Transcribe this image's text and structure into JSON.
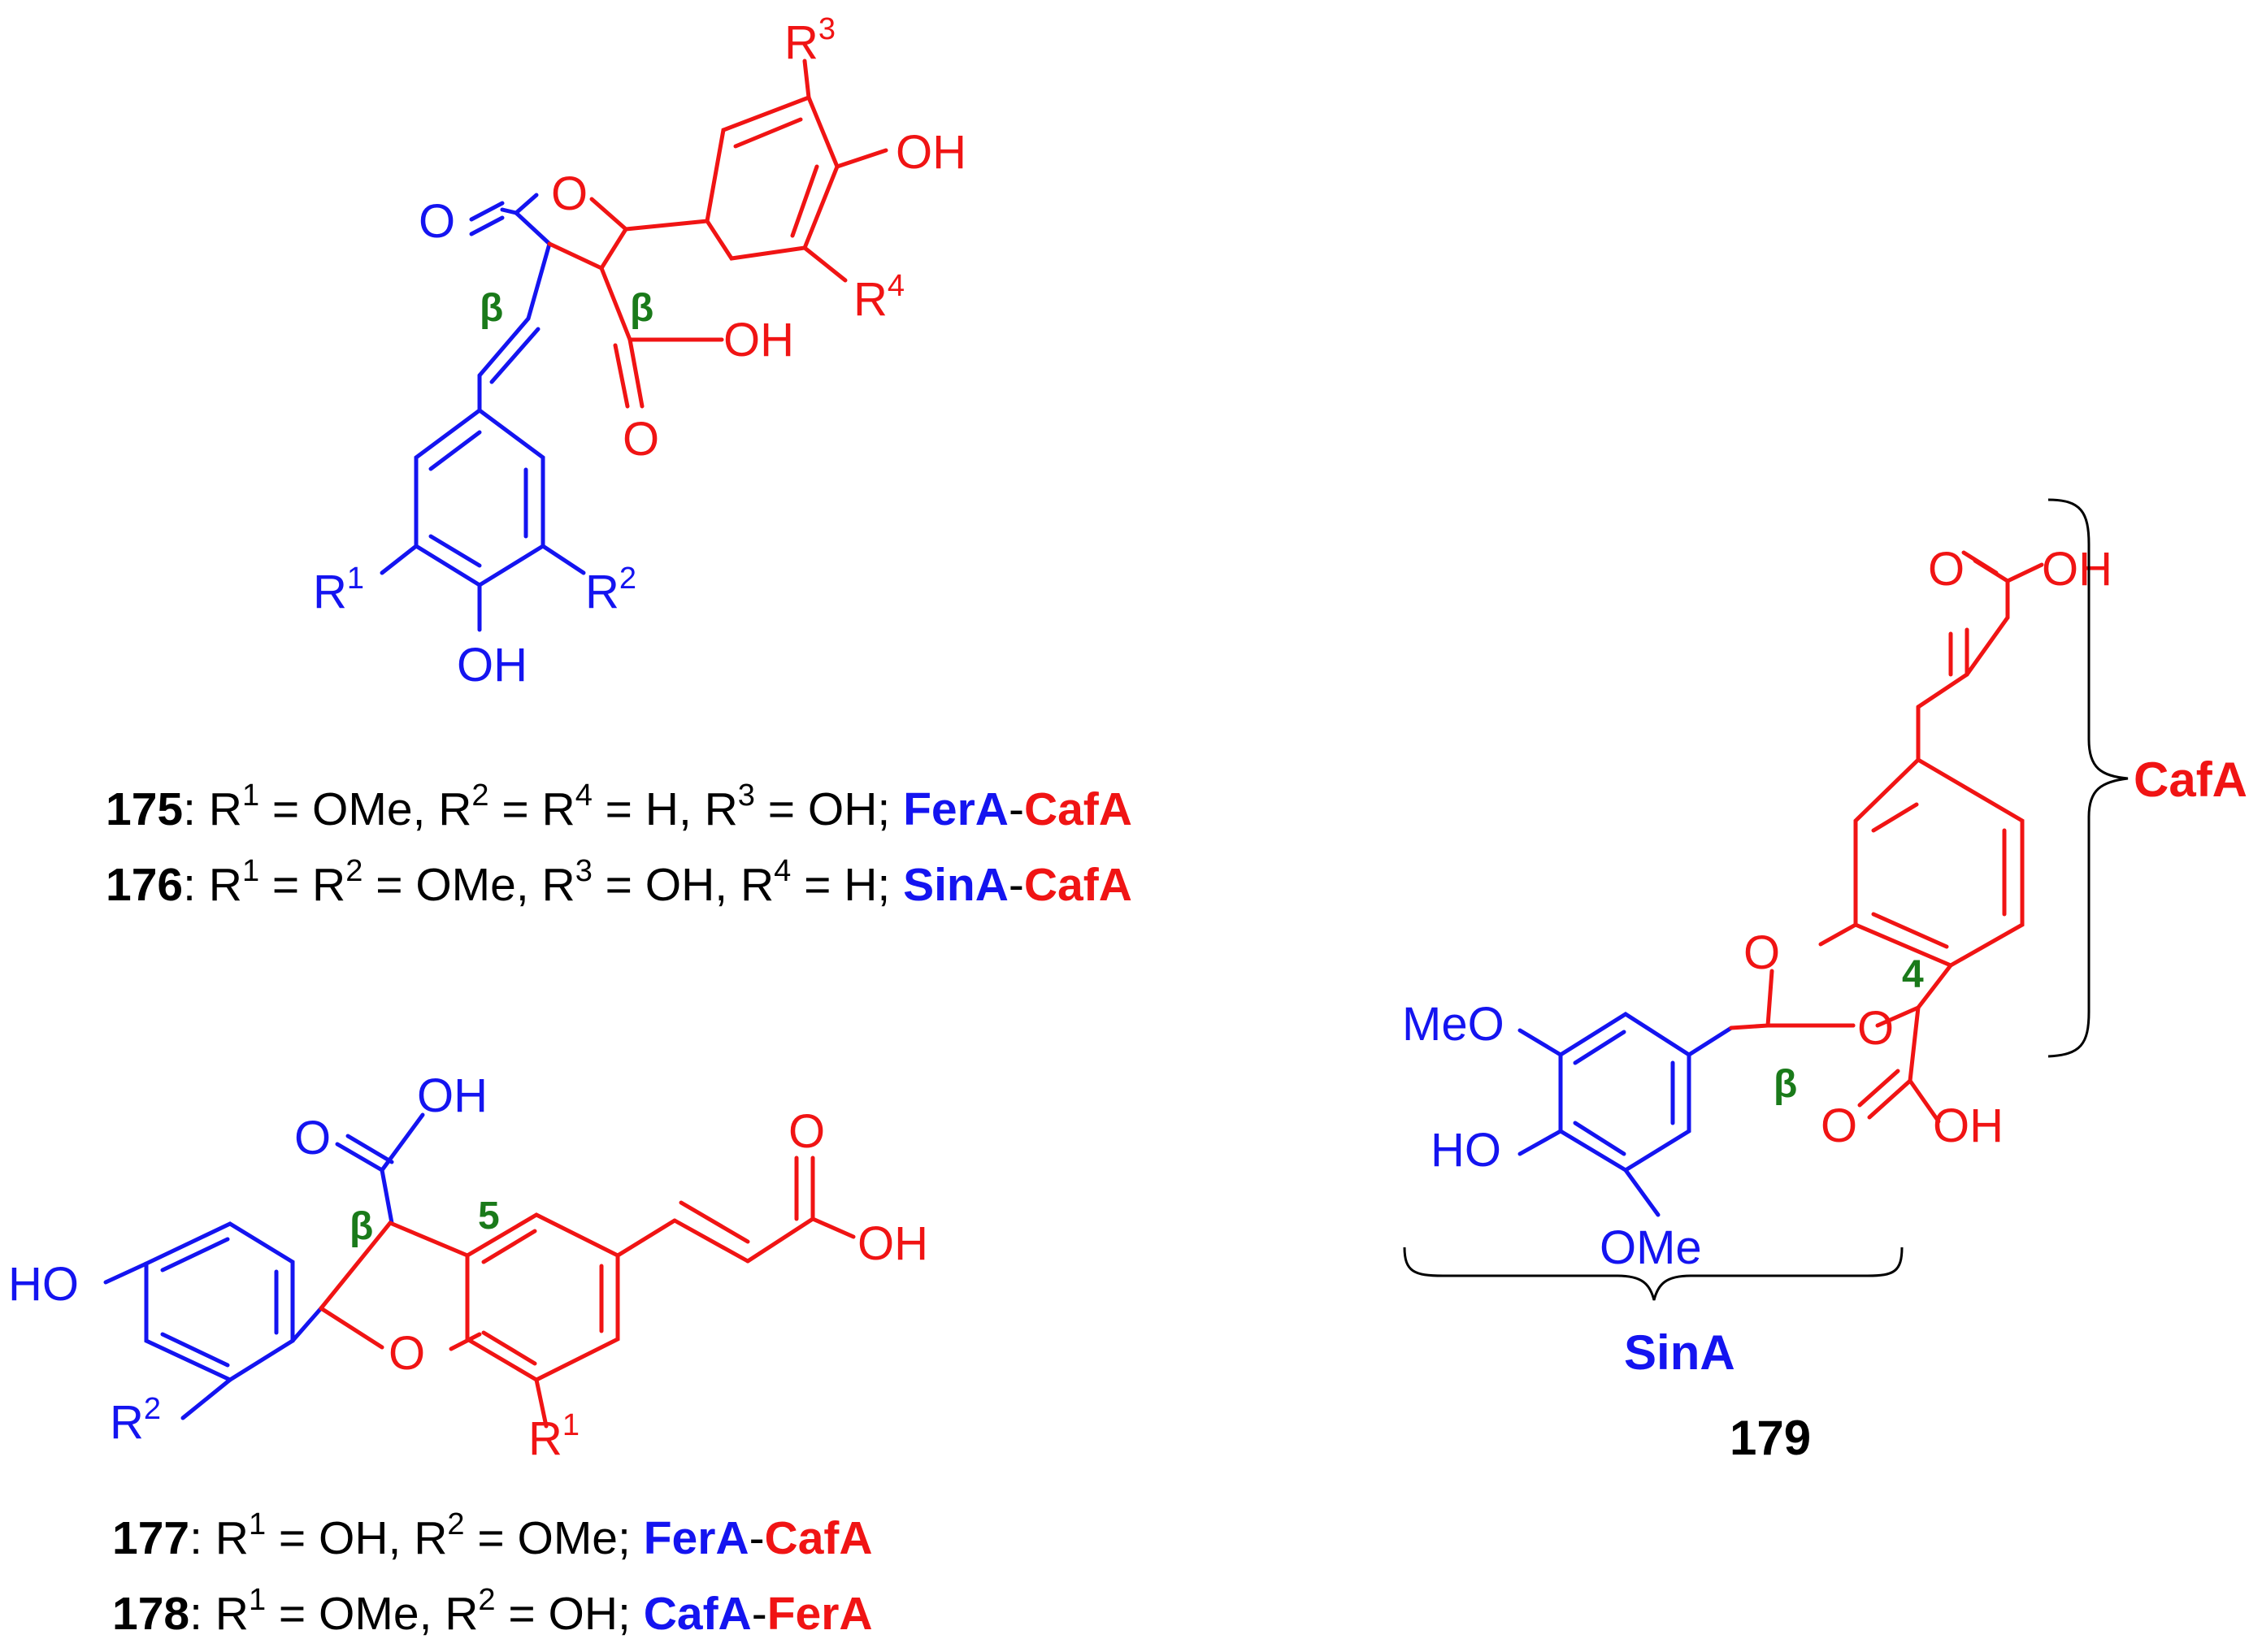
{
  "colors": {
    "blue": "#1414f0",
    "red": "#f01414",
    "green": "#1a7a1a",
    "black": "#000000"
  },
  "atoms": {
    "O": "O",
    "OH": "OH",
    "HO": "HO",
    "MeO": "MeO",
    "OMe": "OMe",
    "R": "R",
    "sup1": "1",
    "sup2": "2",
    "sup3": "3",
    "sup4": "4",
    "beta": "β",
    "pos5": "5",
    "pos4": "4"
  },
  "units": {
    "CafA": "CafA",
    "SinA": "SinA",
    "FerA": "FerA"
  },
  "captions": {
    "c175": {
      "num": "175",
      "p1": ": R",
      "s1": "1",
      "p2": " = OMe, R",
      "s2": "2",
      "p3": " = R",
      "s3": "4",
      "p4": " = H, R",
      "s4": "3",
      "p5": " = OH; ",
      "a": "FerA",
      "dash": "-",
      "b": "CafA"
    },
    "c176": {
      "num": "176",
      "p1": ": R",
      "s1": "1",
      "p2": " = R",
      "s2": "2",
      "p3": " = OMe,  R",
      "s3": "3",
      "p4": " = OH, R",
      "s4": "4",
      "p5": " = H; ",
      "a": "SinA",
      "dash": "-",
      "b": "CafA"
    },
    "c177": {
      "num": "177",
      "p1": ": R",
      "s1": "1",
      "p2": " = OH, R",
      "s2": "2",
      "p3": " = OMe; ",
      "a": "FerA",
      "dash": "-",
      "b": "CafA"
    },
    "c178": {
      "num": "178",
      "p1": ": R",
      "s1": "1",
      "p2": " = OMe, R",
      "s2": "2",
      "p3": " = OH; ",
      "a": "CafA",
      "dash": "-",
      "b": "FerA"
    },
    "c179": {
      "num": "179"
    }
  }
}
